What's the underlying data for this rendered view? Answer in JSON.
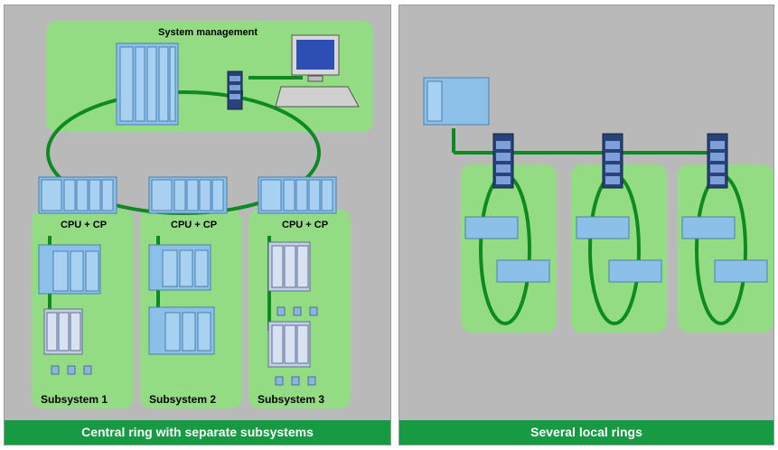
{
  "left": {
    "system_management": "System management",
    "cpu_labels": [
      "CPU + CP",
      "CPU + CP",
      "CPU + CP"
    ],
    "subsystems": [
      "Subsystem 1",
      "Subsystem 2",
      "Subsystem 3"
    ],
    "caption": "Central ring with separate subsystems"
  },
  "right": {
    "caption": "Several local rings"
  },
  "colors": {
    "panel_bg": "#b9b9b9",
    "zone_green": "#94dc84",
    "ring_green": "#0d8a22",
    "caption_bar": "#169a42",
    "device_blue": "#8cc0e8"
  },
  "icons": [
    "plc-rack-icon",
    "network-switch-icon",
    "computer-icon",
    "io-module-icon",
    "drive-icon",
    "motor-icon"
  ]
}
